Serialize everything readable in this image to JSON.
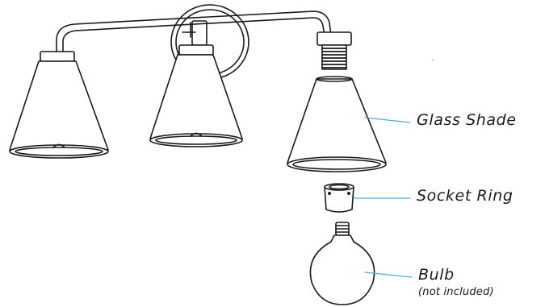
{
  "labels": {
    "glass_shade": "Glass Shade",
    "socket_ring": "Socket Ring",
    "bulb": "Bulb",
    "bulb_note": "(not included)"
  },
  "colors": {
    "line": "#1a1a1a",
    "leader": "#4aaed0",
    "shade_fill": "#ffffff"
  }
}
